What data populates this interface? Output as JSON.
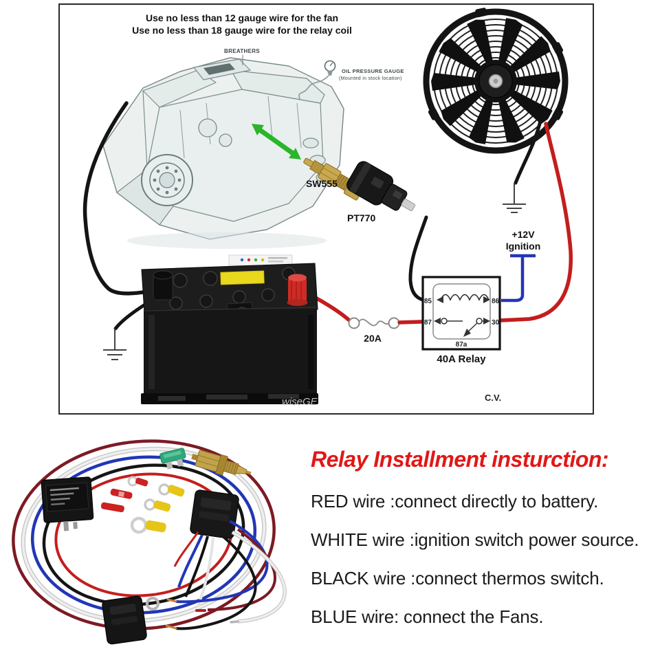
{
  "diagram": {
    "note_line1": "Use no less than 12 gauge wire for the fan",
    "note_line2": "Use no less than 18 gauge wire for the relay coil",
    "engine": {
      "breathers_label": "BREATHERS",
      "oil_gauge_label1": "OIL PRESSURE GAUGE",
      "oil_gauge_label2": "(Mounted in stock location)"
    },
    "sensor_label": "SW555",
    "connector_label": "PT770",
    "ignition_label_line1": "+12V",
    "ignition_label_line2": "Ignition",
    "fuse_label": "20A",
    "relay": {
      "label": "40A Relay",
      "t85": "85",
      "t86": "86",
      "t87": "87",
      "t30": "30",
      "t87a": "87a"
    },
    "initials": "C.V.",
    "watermark": "wiseGE"
  },
  "instructions": {
    "title": "Relay Installment insturction:",
    "lines": [
      "RED wire :connect directly to battery.",
      "WHITE wire :ignition switch power source.",
      "BLACK wire :connect thermos switch.",
      "BLUE wire: connect the Fans."
    ]
  },
  "colors": {
    "title_red": "#e21717",
    "wire_red": "#c41d1d",
    "wire_dark_red": "#7d1a24",
    "wire_blue": "#2236b6",
    "wire_black": "#141414",
    "wire_white": "#ececec",
    "green_arrow": "#2ab52a",
    "brass": "#c2a24a",
    "battery_yellow": "#e8d81e"
  }
}
